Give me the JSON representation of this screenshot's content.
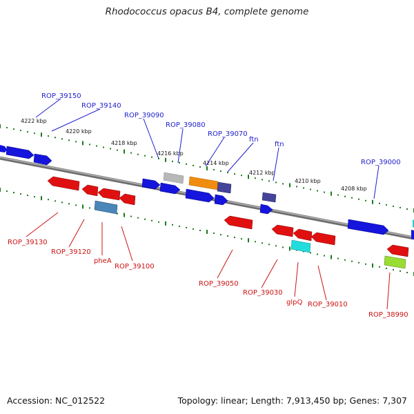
{
  "title": "Rhodococcus opacus B4, complete genome",
  "footer": {
    "accession": "Accession: NC_012522",
    "summary": "Topology: linear; Length: 7,913,450 bp; Genes: 7,307"
  },
  "colors": {
    "forward_label": "#1d1dcc",
    "reverse_label": "#cc1111",
    "backbone": "#888888",
    "ruler_dot": "#1a7a1a"
  },
  "ruler_labels": [
    "4222 kbp",
    "4220 kbp",
    "4218 kbp",
    "4216 kbp",
    "4214 kbp",
    "4212 kbp",
    "4210 kbp",
    "4208 kbp"
  ],
  "forward_genes": [
    "ROP_39150",
    "ROP_39140",
    "ROP_39090",
    "ROP_39080",
    "ROP_39070",
    "ftn",
    "ftn",
    "ROP_39000"
  ],
  "reverse_genes": [
    "ROP_39130",
    "ROP_39120",
    "pheA",
    "ROP_39100",
    "ROP_39050",
    "ROP_39030",
    "glpQ",
    "ROP_39010",
    "ROP_38990"
  ]
}
